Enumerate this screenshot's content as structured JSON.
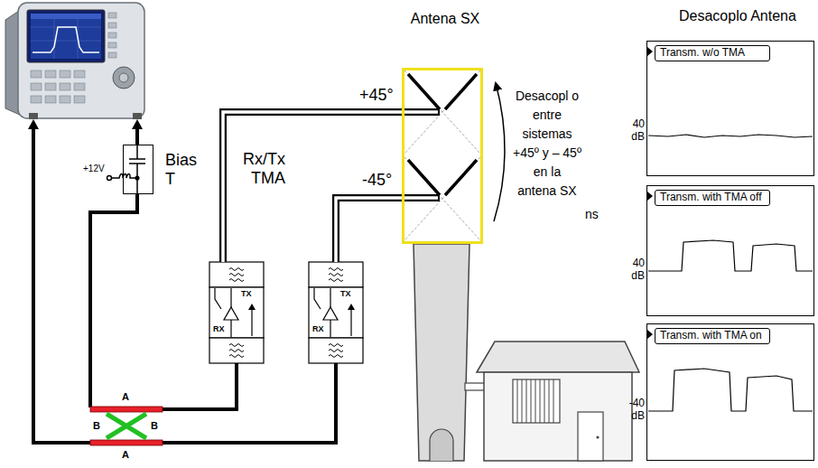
{
  "diagram": {
    "nodes": [
      {
        "text": [
          "Bias T"
        ]
      },
      {
        "text": [
          "TX",
          "RX"
        ]
      },
      {
        "text": [
          "TX",
          "RX"
        ]
      },
      {
        "text": [
          "Antena SX"
        ]
      },
      {
        "text": [
          "Transm. w/o TMA",
          "40 dB"
        ]
      },
      {
        "text": [
          "Transm. with TMA off",
          "40 dB"
        ]
      },
      {
        "text": [
          "Transm. with TMA on",
          "-40 dB"
        ]
      }
    ],
    "edges": [
      {
        "from": 1,
        "to": 3,
        "label": "+45°",
        "arrow": "none"
      },
      {
        "from": 2,
        "to": 3,
        "label": "-45°",
        "arrow": "none"
      }
    ],
    "labels": [
      "+12V",
      "Rx/Tx TMA",
      "A",
      "B",
      "B",
      "A",
      "Desacopl o entre sistemas +45º y – 45º en la antena SX",
      "ns",
      "Desacoplo Antena"
    ]
  }
}
